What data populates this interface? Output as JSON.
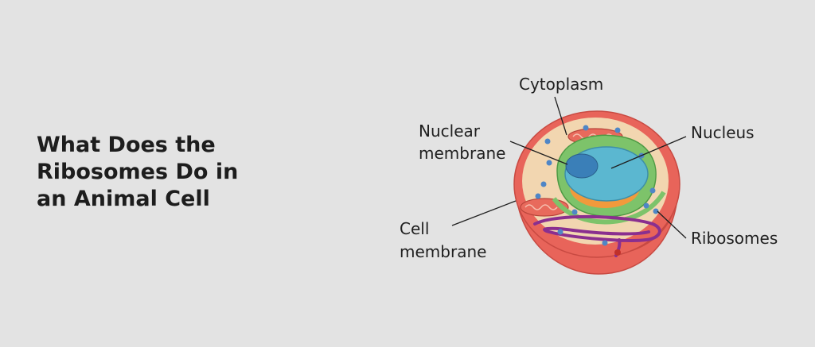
{
  "heading": {
    "lines": [
      "What Does the",
      "Ribosomes Do in",
      "an Animal Cell"
    ]
  },
  "diagram": {
    "labels": {
      "cytoplasm": "Cytoplasm",
      "nuclear_membrane_1": "Nuclear",
      "nuclear_membrane_2": "membrane",
      "nucleus": "Nucleus",
      "cell_membrane_1": "Cell",
      "cell_membrane_2": "membrane",
      "ribosomes": "Ribosomes"
    },
    "colors": {
      "background": "#e3e3e3",
      "cell_membrane": "#e8645a",
      "cytoplasm": "#f2d6b0",
      "nuclear_envelope": "#7dc36a",
      "nucleus": "#5bb7d0",
      "nucleolus": "#3a7fb8",
      "mitochondria": "#e86a5c",
      "er": "#8a2f8f",
      "ribosome": "#4f86c6"
    }
  }
}
